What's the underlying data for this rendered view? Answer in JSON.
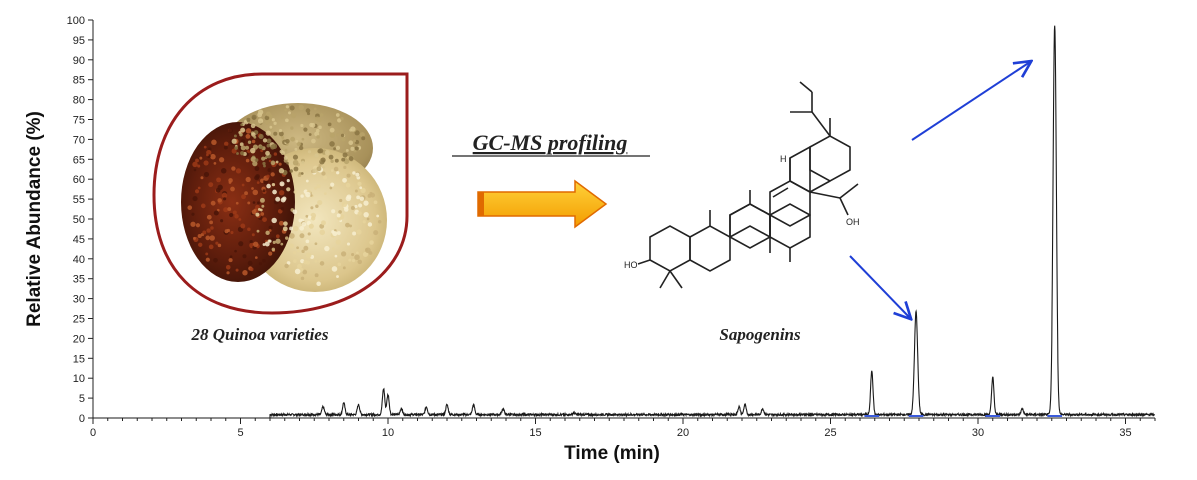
{
  "chart_data": {
    "type": "line",
    "xlabel": "Time (min)",
    "ylabel": "Relative Abundance (%)",
    "xlim": [
      0,
      36
    ],
    "ylim": [
      0,
      100
    ],
    "x_ticks": [
      0,
      5,
      10,
      15,
      20,
      25,
      30,
      35
    ],
    "y_ticks": [
      0,
      5,
      10,
      15,
      20,
      25,
      30,
      35,
      40,
      45,
      50,
      55,
      60,
      65,
      70,
      75,
      80,
      85,
      90,
      95,
      100
    ],
    "trace_start": 6.0,
    "baseline": 1,
    "peaks": [
      {
        "rt": 7.8,
        "abundance": 3
      },
      {
        "rt": 8.5,
        "abundance": 4
      },
      {
        "rt": 9.0,
        "abundance": 3.5
      },
      {
        "rt": 9.85,
        "abundance": 7.5
      },
      {
        "rt": 10.0,
        "abundance": 6
      },
      {
        "rt": 10.45,
        "abundance": 2.5
      },
      {
        "rt": 11.3,
        "abundance": 3
      },
      {
        "rt": 12.0,
        "abundance": 3.5
      },
      {
        "rt": 12.9,
        "abundance": 3.5
      },
      {
        "rt": 13.9,
        "abundance": 2.5
      },
      {
        "rt": 16.3,
        "abundance": 1.5
      },
      {
        "rt": 21.9,
        "abundance": 3
      },
      {
        "rt": 22.1,
        "abundance": 3.5
      },
      {
        "rt": 22.7,
        "abundance": 2.5
      },
      {
        "rt": 26.4,
        "abundance": 12
      },
      {
        "rt": 27.9,
        "abundance": 27
      },
      {
        "rt": 30.5,
        "abundance": 10.5
      },
      {
        "rt": 31.5,
        "abundance": 2.5
      },
      {
        "rt": 32.6,
        "abundance": 99
      }
    ]
  },
  "annotations": {
    "method_label": "GC-MS profiling",
    "sample_caption": "28 Quinoa varieties",
    "compound_caption": "Sapogenins",
    "structure_labels": {
      "h": "H",
      "ho": "HO",
      "oh": "OH"
    }
  },
  "colors": {
    "trace": "#1a1a1a",
    "baseline_highlight": "#3b5bdb",
    "callout_arrow": "#1f3fd6",
    "teardrop_border": "#9b1c1c",
    "process_arrow_fill": "#f5a800",
    "process_arrow_edge": "#e06a00"
  }
}
